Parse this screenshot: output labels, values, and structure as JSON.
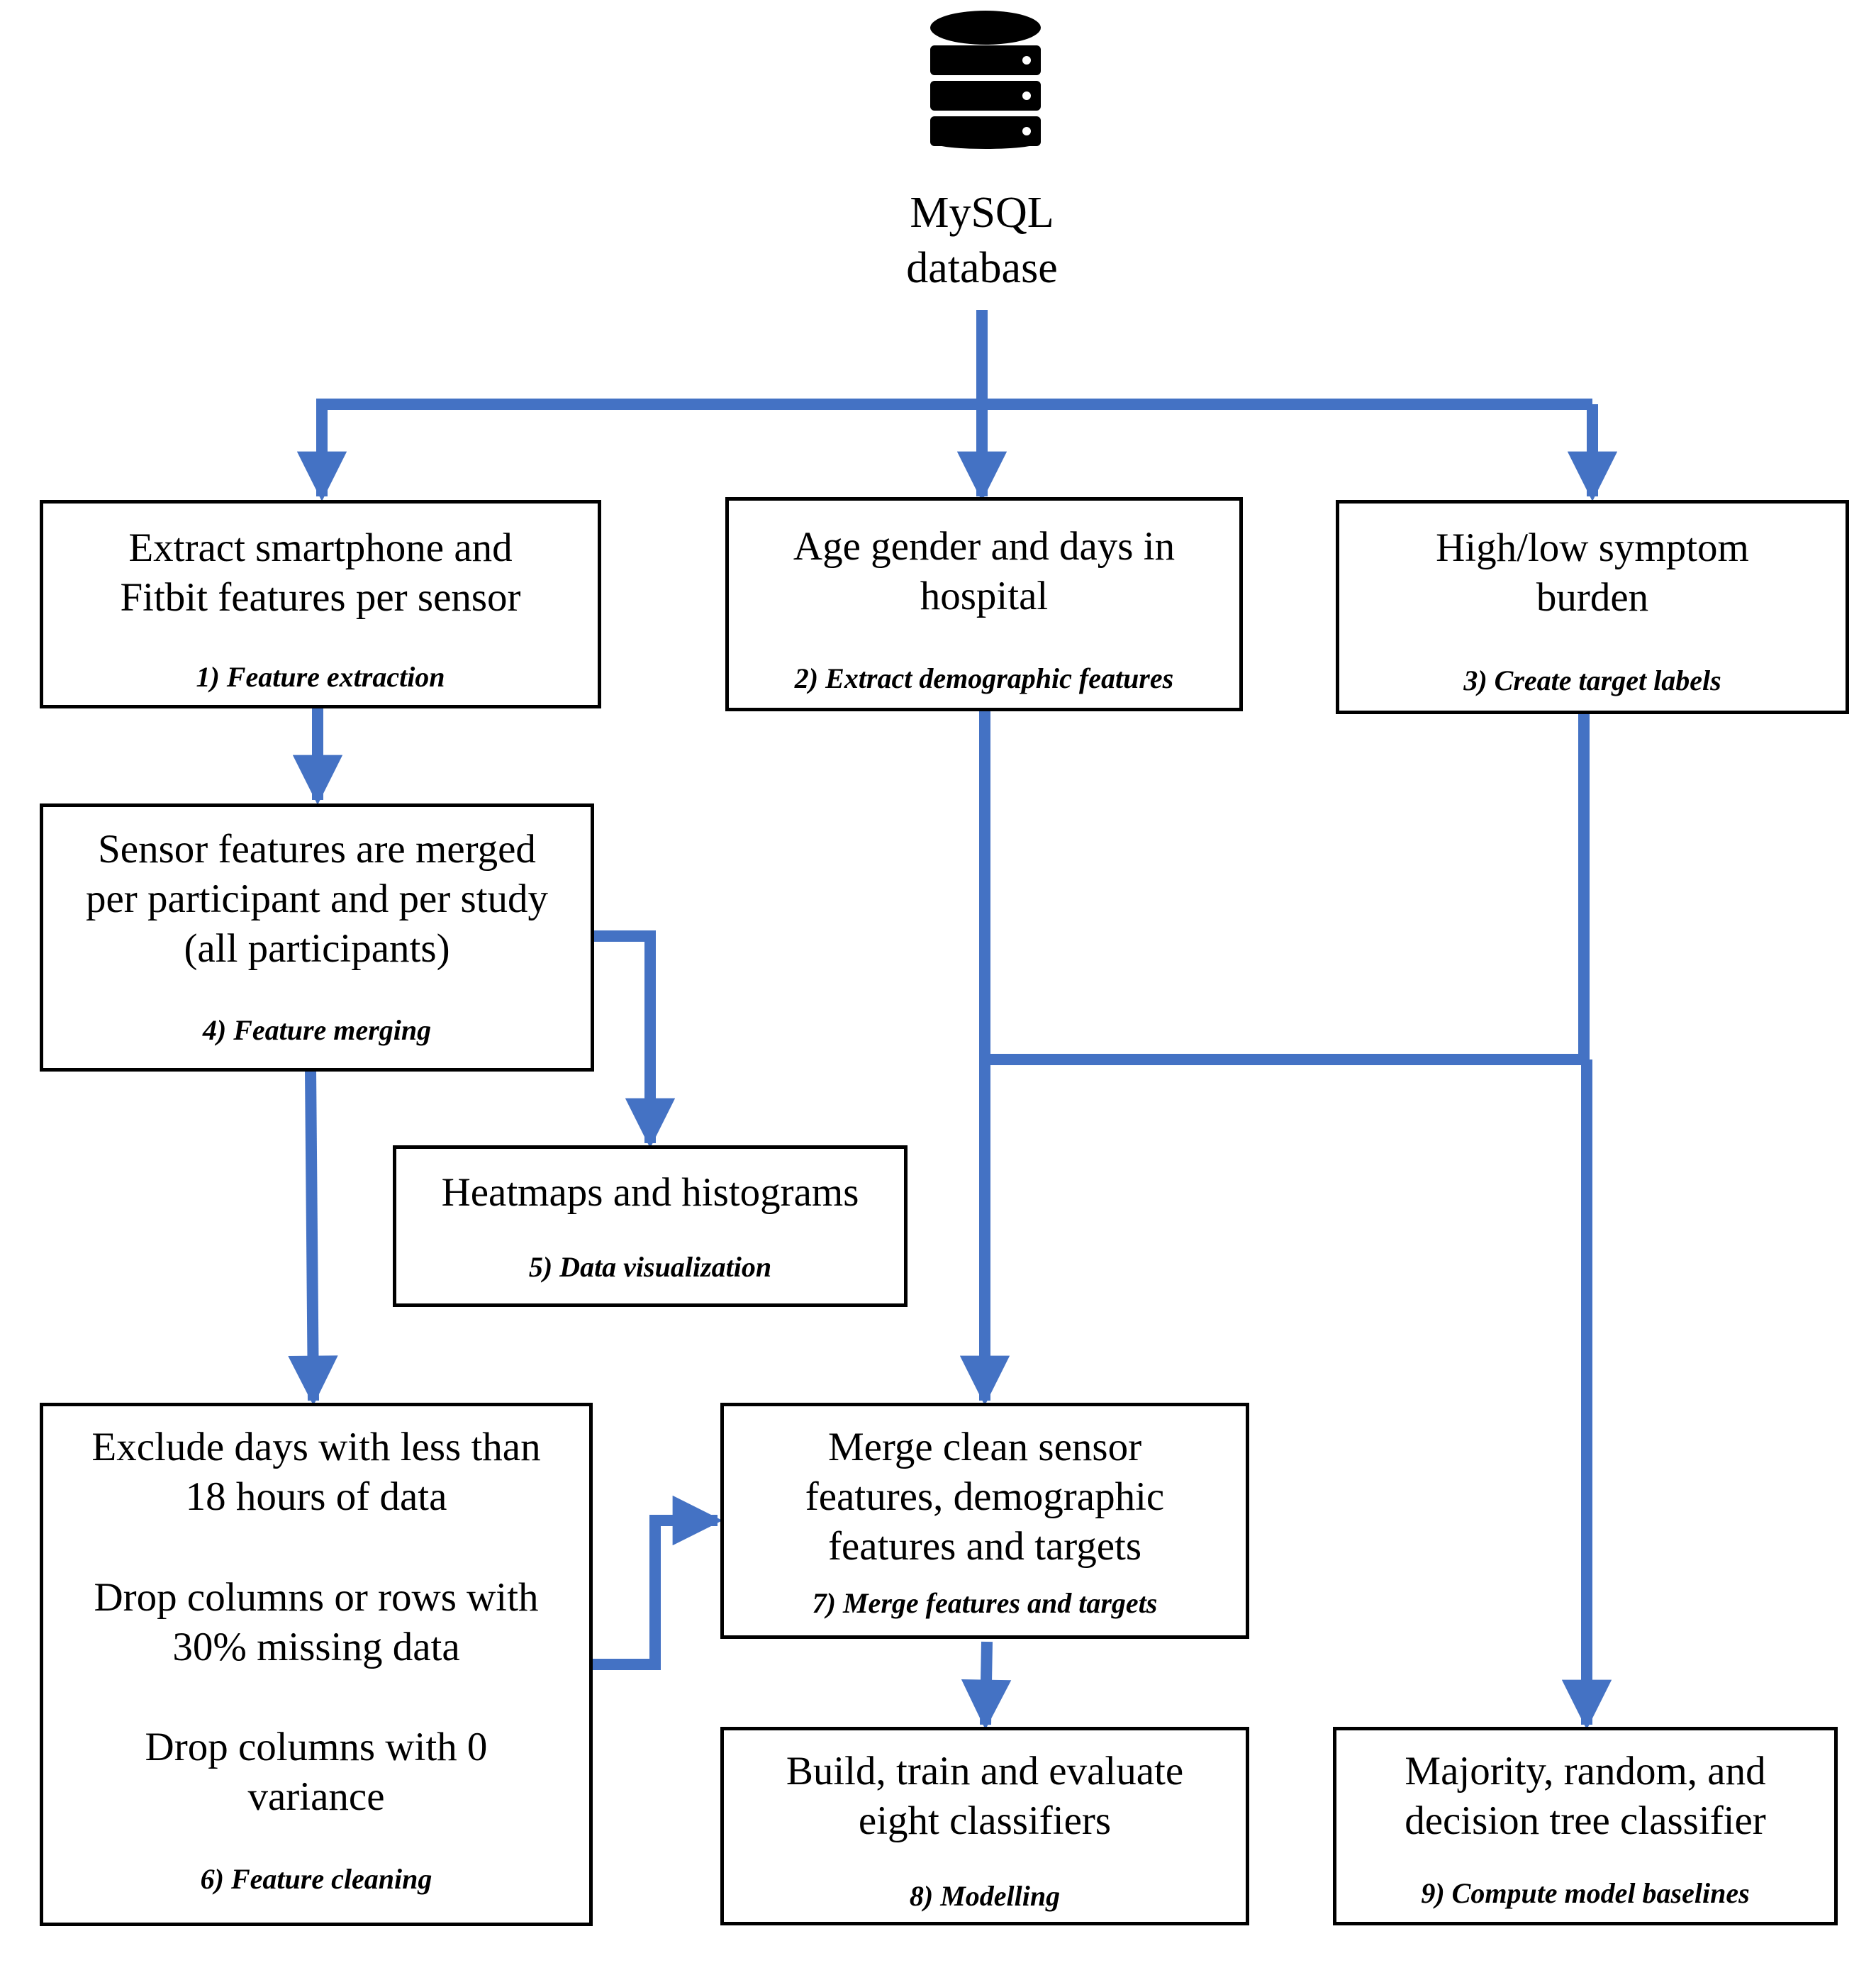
{
  "database": {
    "icon": "database-icon",
    "line1": "MySQL",
    "line2": "database"
  },
  "colors": {
    "arrow": "#4472C4",
    "border": "#000000",
    "background": "#FFFFFF"
  },
  "boxes": {
    "b1": {
      "lines": [
        "Extract smartphone and",
        "Fitbit features per sensor"
      ],
      "step": "1) Feature extraction"
    },
    "b2": {
      "lines": [
        "Age gender and days in",
        "hospital"
      ],
      "step": "2) Extract demographic features"
    },
    "b3": {
      "lines": [
        "High/low symptom",
        "burden"
      ],
      "step": "3) Create target labels"
    },
    "b4": {
      "lines": [
        "Sensor features are merged",
        "per participant and per study",
        "(all participants)"
      ],
      "step": "4) Feature merging"
    },
    "b5": {
      "lines": [
        "Heatmaps and histograms"
      ],
      "step": "5) Data visualization"
    },
    "b6": {
      "lines": [
        "Exclude days with less than",
        "18 hours of data",
        "Drop columns or rows with",
        "30% missing data",
        "Drop columns with 0",
        "variance"
      ],
      "step": "6) Feature cleaning"
    },
    "b7": {
      "lines": [
        "Merge clean sensor",
        "features, demographic",
        "features and targets"
      ],
      "step": "7) Merge features and targets"
    },
    "b8": {
      "lines": [
        "Build, train and evaluate",
        "eight classifiers"
      ],
      "step": "8) Modelling"
    },
    "b9": {
      "lines": [
        "Majority, random, and",
        "decision tree classifier"
      ],
      "step": "9) Compute model baselines"
    }
  }
}
